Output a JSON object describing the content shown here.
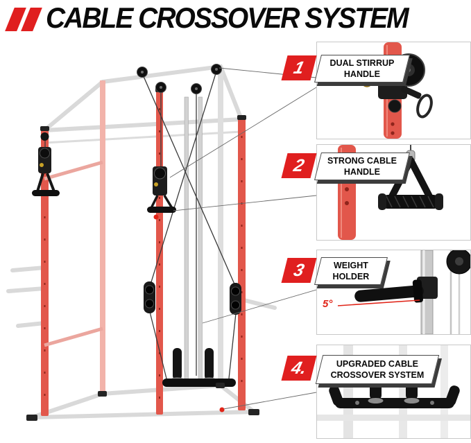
{
  "header": {
    "title": "CABLE CROSSOVER SYSTEM"
  },
  "callouts": [
    {
      "number": "1",
      "label": "DUAL STIRRUP HANDLE"
    },
    {
      "number": "2",
      "label": "STRONG CABLE HANDLE"
    },
    {
      "number": "3",
      "label": "WEIGHT HOLDER",
      "angle_annotation": "5°"
    },
    {
      "number": "4.",
      "label": "UPGRADED CABLE CROSSOVER SYSTEM"
    }
  ],
  "colors": {
    "accent_red": "#e01f1f",
    "rack_red": "#e2574b",
    "label_shadow": "#3c3c3c",
    "card_border": "#c8c8c8",
    "ghost_gray": "#d9d9d9",
    "silver": "#c9c9c9"
  },
  "icons": {
    "brand_mark": "double-red-stripe"
  }
}
